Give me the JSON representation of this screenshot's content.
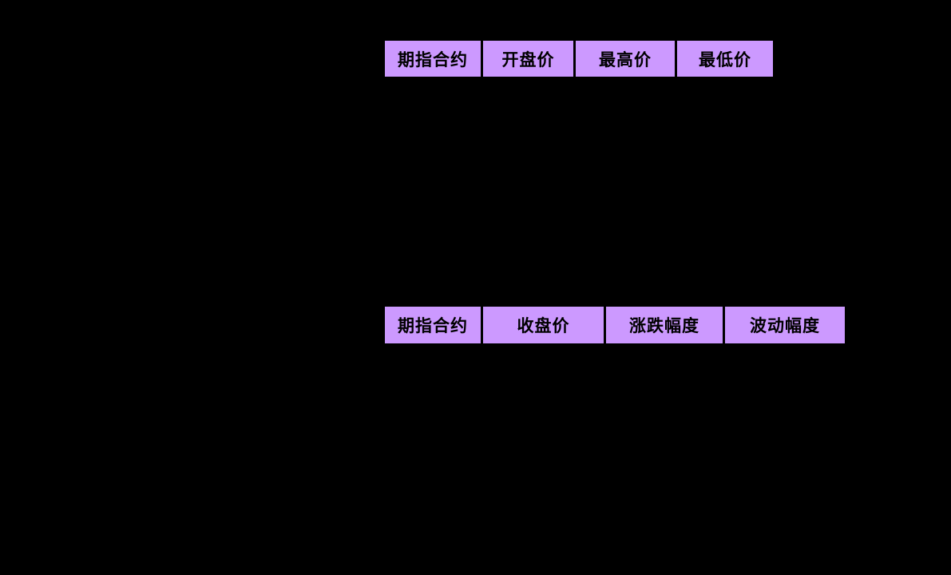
{
  "page": {
    "background": "#000000"
  },
  "table_top": {
    "header_bg": "#CC99FF",
    "text_color": "#000000",
    "columns": [
      "期指合约",
      "开盘价",
      "最高价",
      "最低价"
    ]
  },
  "table_bottom": {
    "header_bg": "#CC99FF",
    "text_color": "#000000",
    "columns": [
      "期指合约",
      "收盘价",
      "涨跌幅度",
      "波动幅度"
    ]
  }
}
